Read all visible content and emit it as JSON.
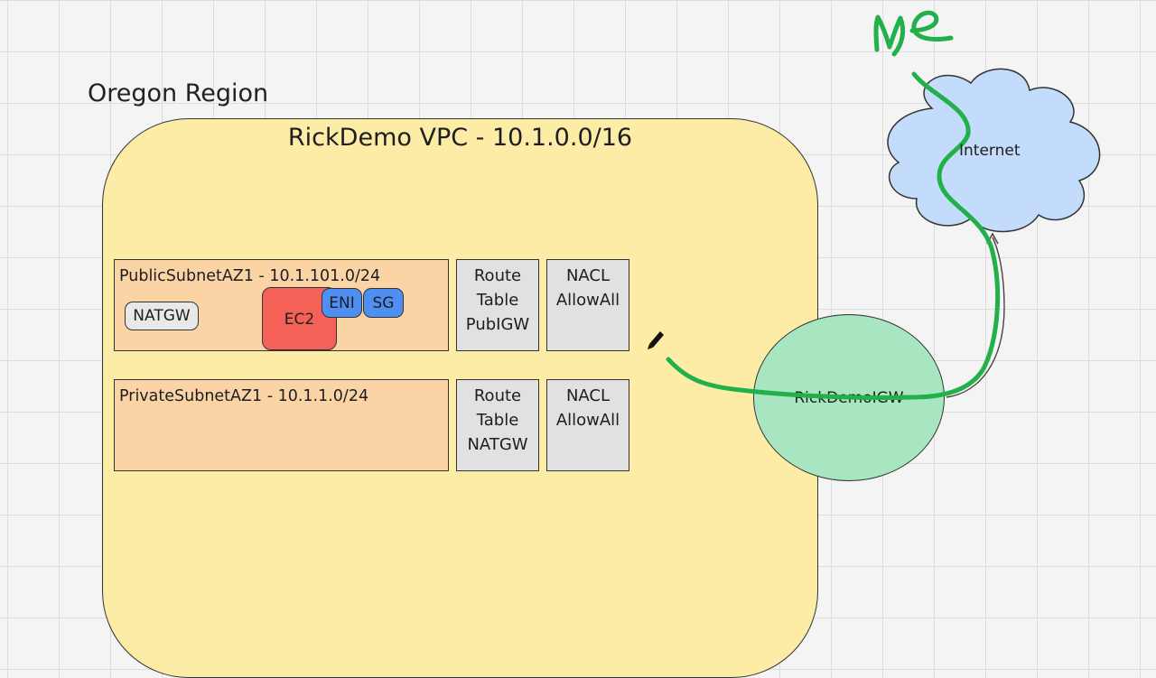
{
  "region": {
    "label": "Oregon Region"
  },
  "vpc": {
    "title": "RickDemo VPC - 10.1.0.0/16"
  },
  "public_subnet": {
    "label": "PublicSubnetAZ1 - 10.1.101.0/24",
    "natgw": "NATGW",
    "ec2": "EC2",
    "eni": "ENI",
    "sg": "SG"
  },
  "private_subnet": {
    "label": "PrivateSubnetAZ1 - 10.1.1.0/24"
  },
  "route_table_public": {
    "line1": "Route",
    "line2": "Table",
    "line3": "PubIGW"
  },
  "nacl_public": {
    "line1": "NACL",
    "line2": "AllowAll"
  },
  "route_table_private": {
    "line1": "Route",
    "line2": "Table",
    "line3": "NATGW"
  },
  "nacl_private": {
    "line1": "NACL",
    "line2": "AllowAll"
  },
  "igw": {
    "label": "RickDemoIGW"
  },
  "internet": {
    "label": "Internet"
  },
  "annotation": {
    "text": "Me"
  },
  "colors": {
    "vpc_fill": "#fdeca6",
    "subnet_fill": "#fbd4a6",
    "ec2_fill": "#f56157",
    "pill_fill": "#4f8ff2",
    "igw_fill": "#a8e6c1",
    "cloud_fill": "#c4dcfb",
    "ink_green": "#22b04a"
  }
}
